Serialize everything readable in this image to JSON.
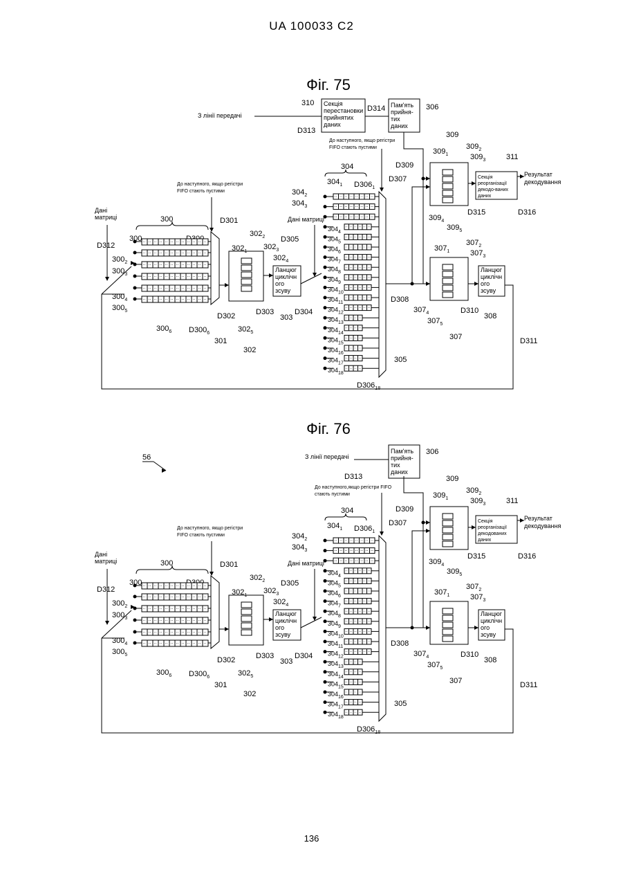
{
  "header": {
    "doc_id": "UA   100033   C2"
  },
  "page_number": "136",
  "figures": [
    {
      "title": "Фіг. 75",
      "labels": {
        "source": "З лінії передачі",
        "permute_ref": "310",
        "permute_box": [
          "Секція",
          "перестановки",
          "прийнятих",
          "даних"
        ],
        "d313": "D313",
        "d314": "D314",
        "mem_box": [
          "Пам'ять",
          "прийня-",
          "тих",
          "даних"
        ],
        "mem_ref": "306",
        "fifo_note_top": [
          "До наступного, якщо регістри",
          "FIFO стають пустими"
        ],
        "fifo_note_left": [
          "До наступного, якщо регістри",
          "FIFO стають пустими"
        ],
        "reorg_box": [
          "Секція",
          "реорганізації",
          "декодо-ваних",
          "даних"
        ],
        "result": [
          "Результат",
          "декодування"
        ],
        "shift_box": [
          "Ланцюг",
          "циклічн",
          "ого",
          "зсуву"
        ],
        "matrix_data": [
          "Дані",
          "матриці"
        ],
        "matrix_data2": "Дані матриці"
      }
    },
    {
      "title": "Фіг. 76",
      "labels": {
        "fig_ref": "56",
        "source": "З лінії передачі",
        "d313": "D313",
        "mem_box": [
          "Пам'ять",
          "прийня-",
          "тих",
          "даних"
        ],
        "mem_ref": "306",
        "fifo_note_top": [
          "До наступного,якщо регістри FIFO",
          "стають пустими"
        ],
        "fifo_note_left": [
          "До наступного, якщо регістри",
          "FIFO стають пустими"
        ],
        "reorg_box": [
          "Секція",
          "реорганізації",
          "декодованих",
          "даних"
        ],
        "result": [
          "Результат",
          "декодування"
        ],
        "shift_box": [
          "Ланцюг",
          "циклічн",
          "ого",
          "зсуву"
        ],
        "matrix_data": [
          "Дані",
          "матриці"
        ],
        "matrix_data2": "Дані матриці"
      }
    }
  ],
  "refs": {
    "r300": "300",
    "r301": "301",
    "r302": "302",
    "r303": "303",
    "r304": "304",
    "r305": "305",
    "r307": "307",
    "r308": "308",
    "r309": "309",
    "r311": "311",
    "d301": "D301",
    "d302": "D302",
    "d303": "D303",
    "d304": "D304",
    "d305": "D305",
    "d307": "D307",
    "d308": "D308",
    "d309": "D309",
    "d310": "D310",
    "d311": "D311",
    "d312": "D312",
    "d315": "D315",
    "d316": "D316"
  }
}
